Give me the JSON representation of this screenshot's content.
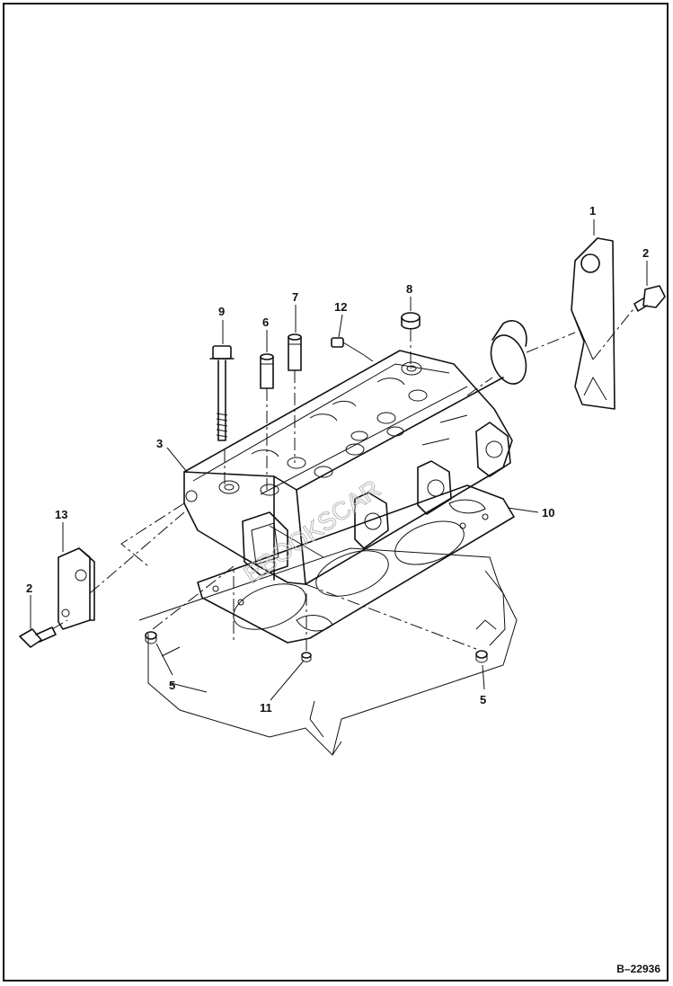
{
  "figure_id": "B–22936",
  "watermark": "EBOOKSCAR",
  "callouts": [
    {
      "id": "c1",
      "label": "1"
    },
    {
      "id": "c2a",
      "label": "2"
    },
    {
      "id": "c2b",
      "label": "2"
    },
    {
      "id": "c3",
      "label": "3"
    },
    {
      "id": "c5a",
      "label": "5"
    },
    {
      "id": "c5b",
      "label": "5"
    },
    {
      "id": "c6",
      "label": "6"
    },
    {
      "id": "c7",
      "label": "7"
    },
    {
      "id": "c8",
      "label": "8"
    },
    {
      "id": "c9",
      "label": "9"
    },
    {
      "id": "c10",
      "label": "10"
    },
    {
      "id": "c11",
      "label": "11"
    },
    {
      "id": "c12",
      "label": "12"
    },
    {
      "id": "c13",
      "label": "13"
    }
  ]
}
